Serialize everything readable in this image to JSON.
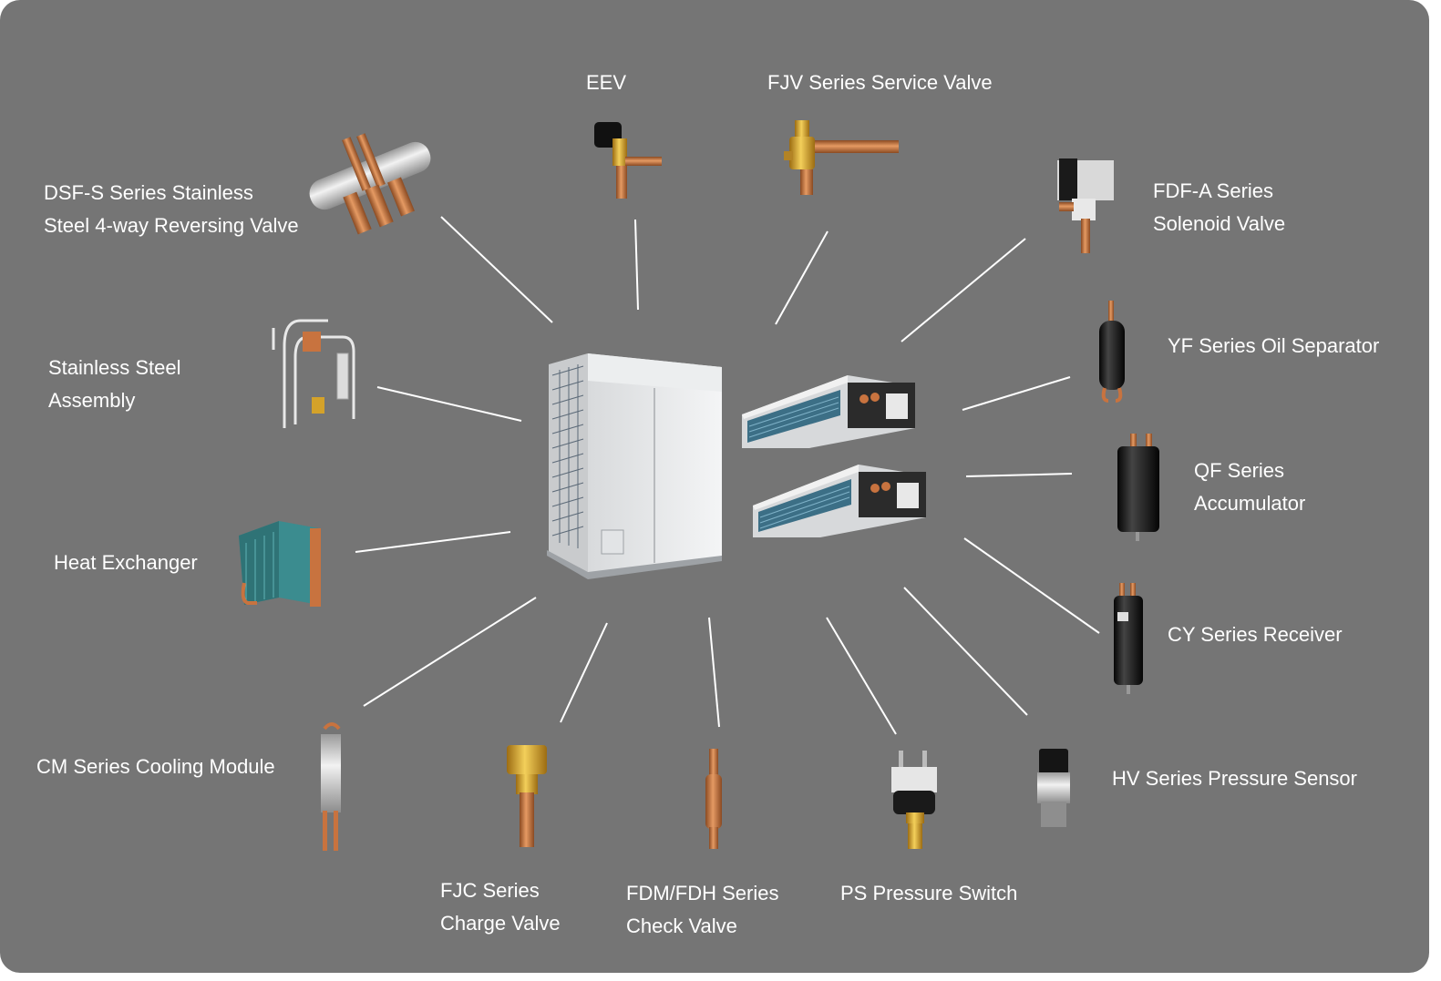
{
  "center": {
    "outdoor_unit": "outdoor-unit",
    "indoor_units": "duct-indoor-units"
  },
  "components": {
    "eev": {
      "line1": "EEV"
    },
    "fjv": {
      "line1": "FJV Series Service Valve"
    },
    "dsf": {
      "line1": "DSF-S Series Stainless",
      "line2": "Steel 4-way Reversing Valve"
    },
    "fdf": {
      "line1": "FDF-A Series",
      "line2": "Solenoid Valve"
    },
    "ssa": {
      "line1": "Stainless Steel",
      "line2": "Assembly"
    },
    "yf": {
      "line1": "YF Series Oil Separator"
    },
    "qf": {
      "line1": "QF Series",
      "line2": "Accumulator"
    },
    "hx": {
      "line1": "Heat Exchanger"
    },
    "cy": {
      "line1": "CY Series Receiver"
    },
    "cm": {
      "line1": "CM Series Cooling Module"
    },
    "hv": {
      "line1": "HV Series Pressure Sensor"
    },
    "fjc": {
      "line1": "FJC Series",
      "line2": "Charge Valve"
    },
    "fdm": {
      "line1": "FDM/FDH Series",
      "line2": "Check Valve"
    },
    "ps": {
      "line1": "PS Pressure Switch"
    }
  },
  "colors": {
    "background": "#757575",
    "text": "#ffffff",
    "copper": "#c8733f",
    "brass": "#d4a22a"
  }
}
